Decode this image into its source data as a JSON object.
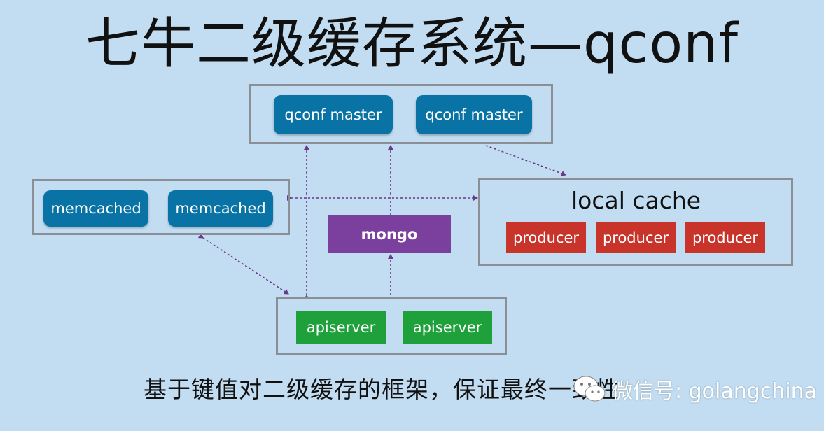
{
  "title": "七牛二级缓存系统—qconf",
  "masters": [
    "qconf master",
    "qconf master"
  ],
  "memcached": [
    "memcached",
    "memcached"
  ],
  "mongo": "mongo",
  "local_cache": {
    "title": "local cache",
    "producers": [
      "producer",
      "producer",
      "producer"
    ]
  },
  "apiservers": [
    "apiserver",
    "apiserver"
  ],
  "caption": "基于键值对二级缓存的框架，保证最终一致性",
  "watermark": "微信号: golangchina",
  "colors": {
    "background": "#c2ddf2",
    "blue_node": "#0a73a6",
    "red_node": "#c8342a",
    "green_node": "#1ea03a",
    "purple_node": "#7b3f9e",
    "arrow": "#6a3a8a"
  }
}
